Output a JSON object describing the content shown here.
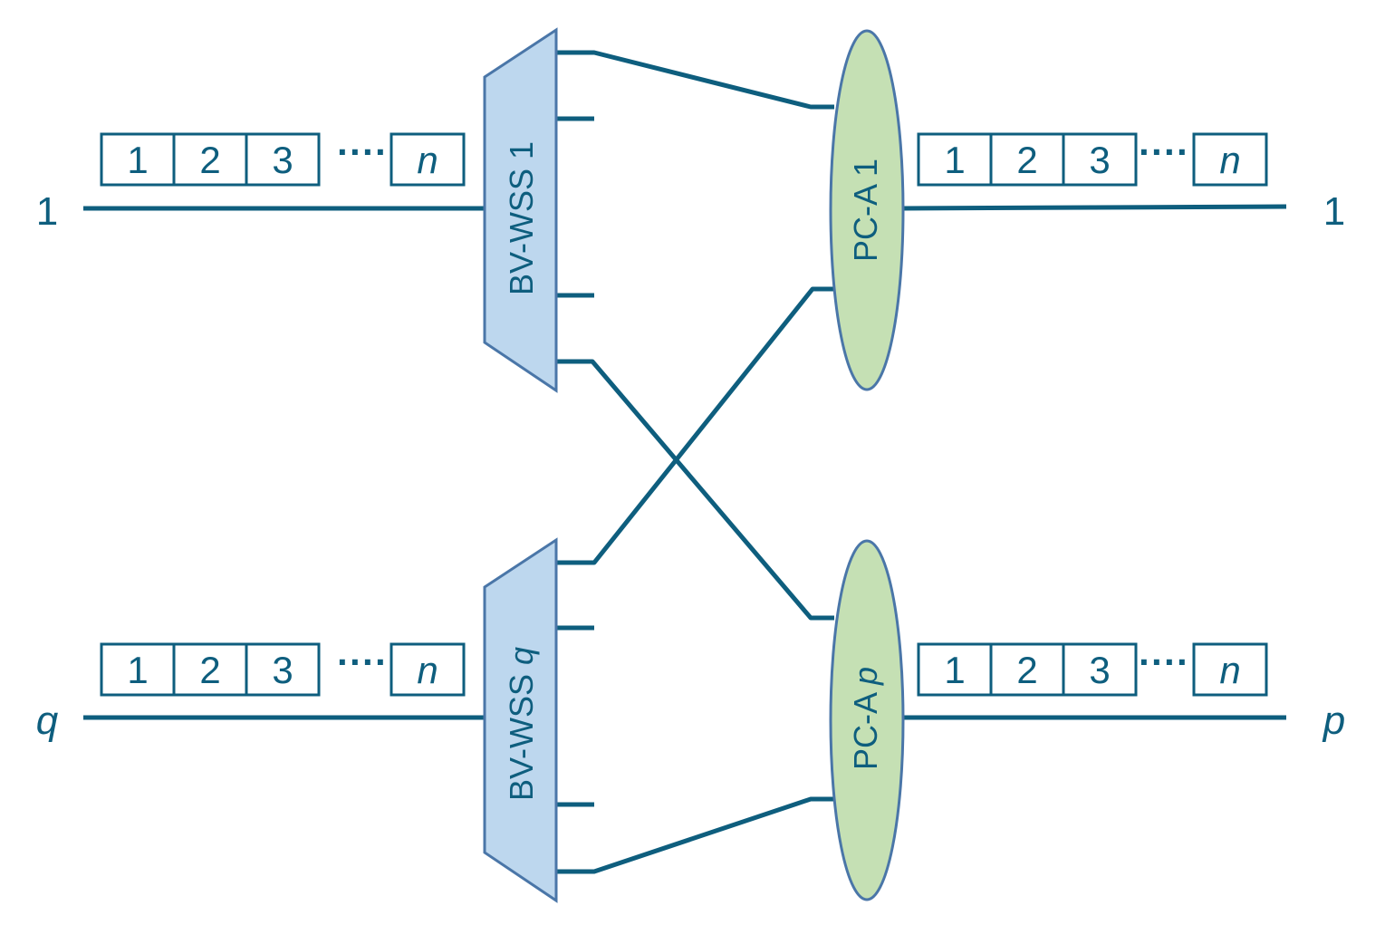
{
  "colors": {
    "line": "#0e5e7e",
    "wss_fill": "#bdd7ee",
    "wss_stroke": "#4a76a8",
    "pca_fill": "#c5e0b4",
    "pca_stroke": "#4a76a8",
    "text": "#0e5e7e"
  },
  "inputs": {
    "top_label": "1",
    "bottom_label": "q"
  },
  "outputs": {
    "top_label": "1",
    "bottom_label": "p"
  },
  "slots": {
    "labels": [
      "1",
      "2",
      "3"
    ],
    "ellipsis": "····",
    "last": "n"
  },
  "wss": {
    "top": {
      "name": "BV-WSS",
      "index": "1"
    },
    "bottom": {
      "name": "BV-WSS",
      "index": "q"
    }
  },
  "pca": {
    "top": {
      "name": "PC-A",
      "index": "1"
    },
    "bottom": {
      "name": "PC-A",
      "index": "p"
    }
  }
}
